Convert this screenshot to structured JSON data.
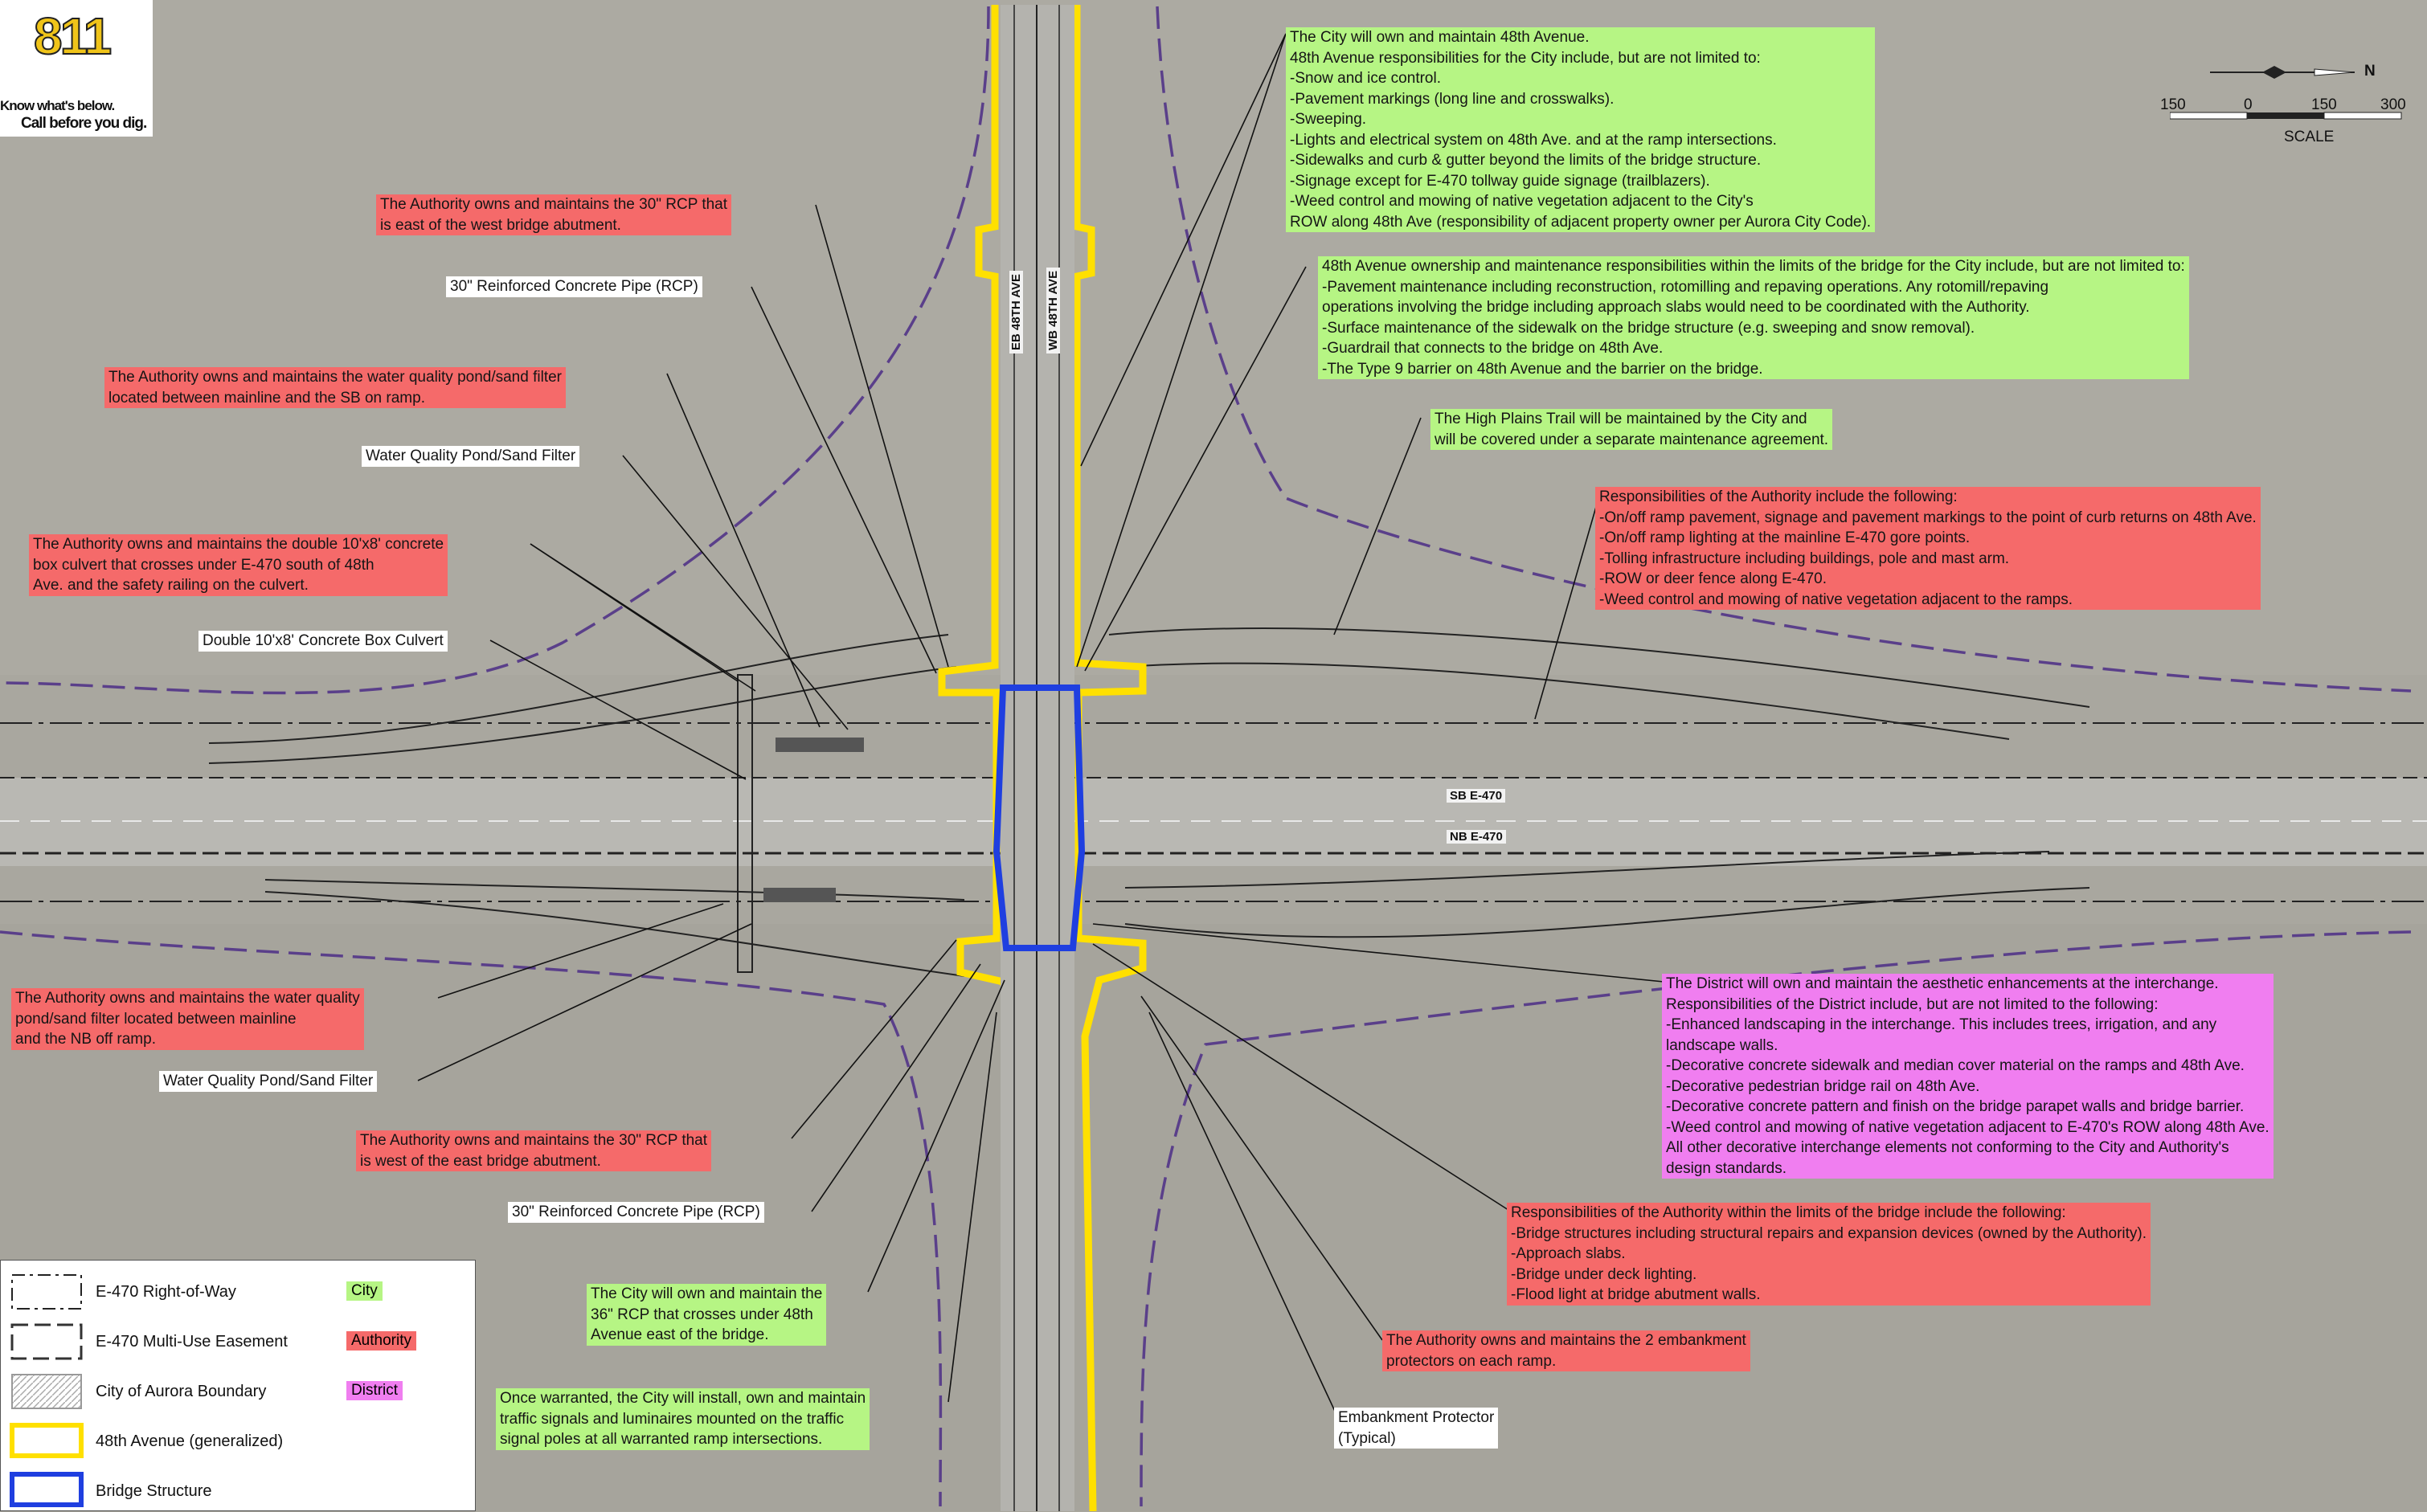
{
  "logo": {
    "brand": "811",
    "line1": "Know what's below.",
    "line2": "Call before you dig."
  },
  "scale": {
    "label": "SCALE",
    "ticks": [
      "150",
      "0",
      "150",
      "300"
    ],
    "north": "N"
  },
  "roads": {
    "eb": "EB 48TH AVE",
    "wb": "WB 48TH AVE",
    "sb": "SB E-470",
    "nb": "NB E-470"
  },
  "colors": {
    "city": "#b6f584",
    "authority": "#f56a6a",
    "district": "#f07ef0",
    "avenue": "#ffe000",
    "bridge": "#1f3fe0",
    "easement": "#5a3f8a"
  },
  "legend": {
    "items": [
      {
        "label": "E-470 Right-of-Way",
        "swatch": "City"
      },
      {
        "label": "E-470 Multi-Use Easement",
        "swatch": "Authority"
      },
      {
        "label": "City of Aurora Boundary",
        "swatch": "District"
      },
      {
        "label": "48th Avenue (generalized)",
        "swatch": ""
      },
      {
        "label": "Bridge Structure",
        "swatch": ""
      }
    ]
  },
  "callouts": [
    {
      "id": "city-own-48th",
      "color": "city",
      "lines": [
        "The City will own and maintain 48th Avenue.",
        "48th Avenue responsibilities for the City include, but are not limited to:",
        "-Snow and ice control.",
        "-Pavement markings (long line and crosswalks).",
        "-Sweeping.",
        "-Lights and electrical system on 48th Ave. and at the ramp intersections.",
        "-Sidewalks and curb & gutter beyond the limits of the bridge structure.",
        "-Signage except for E-470 tollway guide signage (trailblazers).",
        "-Weed control and mowing of native vegetation adjacent to the City's",
        "ROW along 48th Ave (responsibility of adjacent property owner per Aurora City Code)."
      ]
    },
    {
      "id": "city-bridge",
      "color": "city",
      "lines": [
        "48th Avenue ownership and maintenance responsibilities within the limits of the bridge for the City include, but are not limited to:",
        "-Pavement maintenance including reconstruction, rotomilling and repaving operations. Any rotomill/repaving",
        "operations involving the bridge including approach slabs would need to be coordinated with the Authority.",
        "-Surface maintenance of the sidewalk on the bridge structure (e.g. sweeping and snow removal).",
        "-Guardrail that connects to the bridge on 48th Ave.",
        "-The Type 9 barrier on 48th Avenue and the barrier on the bridge."
      ]
    },
    {
      "id": "city-trail",
      "color": "city",
      "lines": [
        "The High Plains Trail will be maintained by the City and",
        "will be covered under a separate maintenance agreement."
      ]
    },
    {
      "id": "auth-resp",
      "color": "authority",
      "lines": [
        "Responsibilities of the Authority include the following:",
        "-On/off ramp pavement, signage and pavement markings to the point of curb returns on 48th Ave.",
        "-On/off ramp lighting at the mainline E-470 gore points.",
        "-Tolling infrastructure including buildings, pole and mast arm.",
        "-ROW or deer fence along E-470.",
        "-Weed control and mowing of native vegetation adjacent to the ramps."
      ]
    },
    {
      "id": "auth-rcp-west",
      "color": "authority",
      "lines": [
        "The Authority owns and maintains the 30\" RCP that",
        "is east of the west bridge abutment."
      ]
    },
    {
      "id": "rcp-1",
      "color": "white",
      "lines": [
        "30\" Reinforced Concrete Pipe (RCP)"
      ]
    },
    {
      "id": "auth-pond-sb",
      "color": "authority",
      "lines": [
        "The Authority owns and maintains the water quality pond/sand filter",
        "located between mainline and the SB on ramp."
      ]
    },
    {
      "id": "wq-1",
      "color": "white",
      "lines": [
        "Water Quality Pond/Sand Filter"
      ]
    },
    {
      "id": "auth-culvert",
      "color": "authority",
      "lines": [
        "The Authority owns and maintains the double 10'x8' concrete",
        "box culvert that crosses under E-470 south of 48th",
        "Ave. and the safety railing on the culvert."
      ]
    },
    {
      "id": "culvert",
      "color": "white",
      "lines": [
        "Double 10'x8' Concrete Box Culvert"
      ]
    },
    {
      "id": "auth-pond-nb",
      "color": "authority",
      "lines": [
        "The Authority owns and maintains the water quality",
        "pond/sand filter located between mainline",
        "and the NB off ramp."
      ]
    },
    {
      "id": "wq-2",
      "color": "white",
      "lines": [
        "Water Quality Pond/Sand Filter"
      ]
    },
    {
      "id": "auth-rcp-east",
      "color": "authority",
      "lines": [
        "The Authority owns and maintains the 30\" RCP that",
        "is west of the east bridge abutment."
      ]
    },
    {
      "id": "rcp-2",
      "color": "white",
      "lines": [
        "30\" Reinforced Concrete Pipe (RCP)"
      ]
    },
    {
      "id": "city-36rcp",
      "color": "city",
      "lines": [
        "The City will own and maintain the",
        "36\" RCP that crosses under 48th",
        "Avenue east of the bridge."
      ]
    },
    {
      "id": "city-signals",
      "color": "city",
      "lines": [
        "Once warranted, the City will install, own and maintain",
        "traffic signals and luminaires mounted on the traffic",
        "signal poles at all warranted ramp intersections."
      ]
    },
    {
      "id": "district",
      "color": "district",
      "lines": [
        "The District will own and maintain the aesthetic enhancements at the interchange.",
        "Responsibilities of the District include, but are not limited to the following:",
        "-Enhanced landscaping in the interchange. This includes trees, irrigation, and any",
        "landscape walls.",
        "-Decorative concrete sidewalk and median cover material on the ramps and 48th Ave.",
        "-Decorative pedestrian bridge rail on 48th Ave.",
        "-Decorative concrete pattern and finish on the bridge parapet walls and bridge barrier.",
        "-Weed control and mowing of native vegetation adjacent to E-470's ROW along 48th Ave.",
        "All other decorative interchange elements not conforming to the City and Authority's",
        "design standards."
      ]
    },
    {
      "id": "auth-bridge",
      "color": "authority",
      "lines": [
        "Responsibilities of the Authority within the limits of the bridge include the following:",
        "-Bridge structures including structural repairs and expansion devices (owned by the Authority).",
        "-Approach slabs.",
        "-Bridge under deck lighting.",
        "-Flood light at bridge abutment walls."
      ]
    },
    {
      "id": "auth-embank",
      "color": "authority",
      "lines": [
        "The Authority owns and maintains the 2 embankment",
        "protectors on each ramp."
      ]
    },
    {
      "id": "embank",
      "color": "white",
      "lines": [
        "Embankment Protector",
        "(Typical)"
      ]
    }
  ]
}
